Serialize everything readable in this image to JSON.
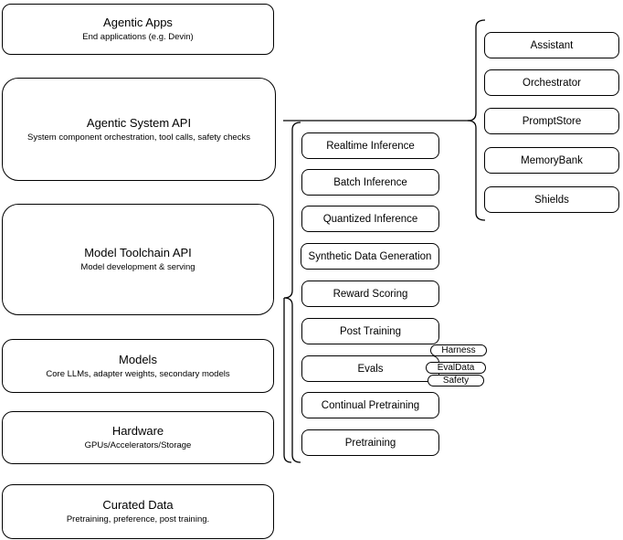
{
  "colors": {
    "background": "#ffffff",
    "stroke": "#000000",
    "text": "#000000"
  },
  "left_stack": [
    {
      "title": "Agentic Apps",
      "subtitle": "End applications (e.g. Devin)"
    },
    {
      "title": "Agentic System API",
      "subtitle": "System component orchestration, tool calls, safety checks"
    },
    {
      "title": "Model Toolchain API",
      "subtitle": "Model development & serving"
    },
    {
      "title": "Models",
      "subtitle": "Core LLMs, adapter weights, secondary models"
    },
    {
      "title": "Hardware",
      "subtitle": "GPUs/Accelerators/Storage"
    },
    {
      "title": "Curated Data",
      "subtitle": "Pretraining, preference, post training."
    }
  ],
  "toolchain": {
    "items": [
      "Realtime Inference",
      "Batch Inference",
      "Quantized Inference",
      "Synthetic Data Generation",
      "Reward Scoring",
      "Post Training",
      "Evals",
      "Continual Pretraining",
      "Pretraining"
    ]
  },
  "eval_tags": [
    "Harness",
    "EvalData",
    "Safety"
  ],
  "system_components": [
    "Assistant",
    "Orchestrator",
    "PromptStore",
    "MemoryBank",
    "Shields"
  ]
}
